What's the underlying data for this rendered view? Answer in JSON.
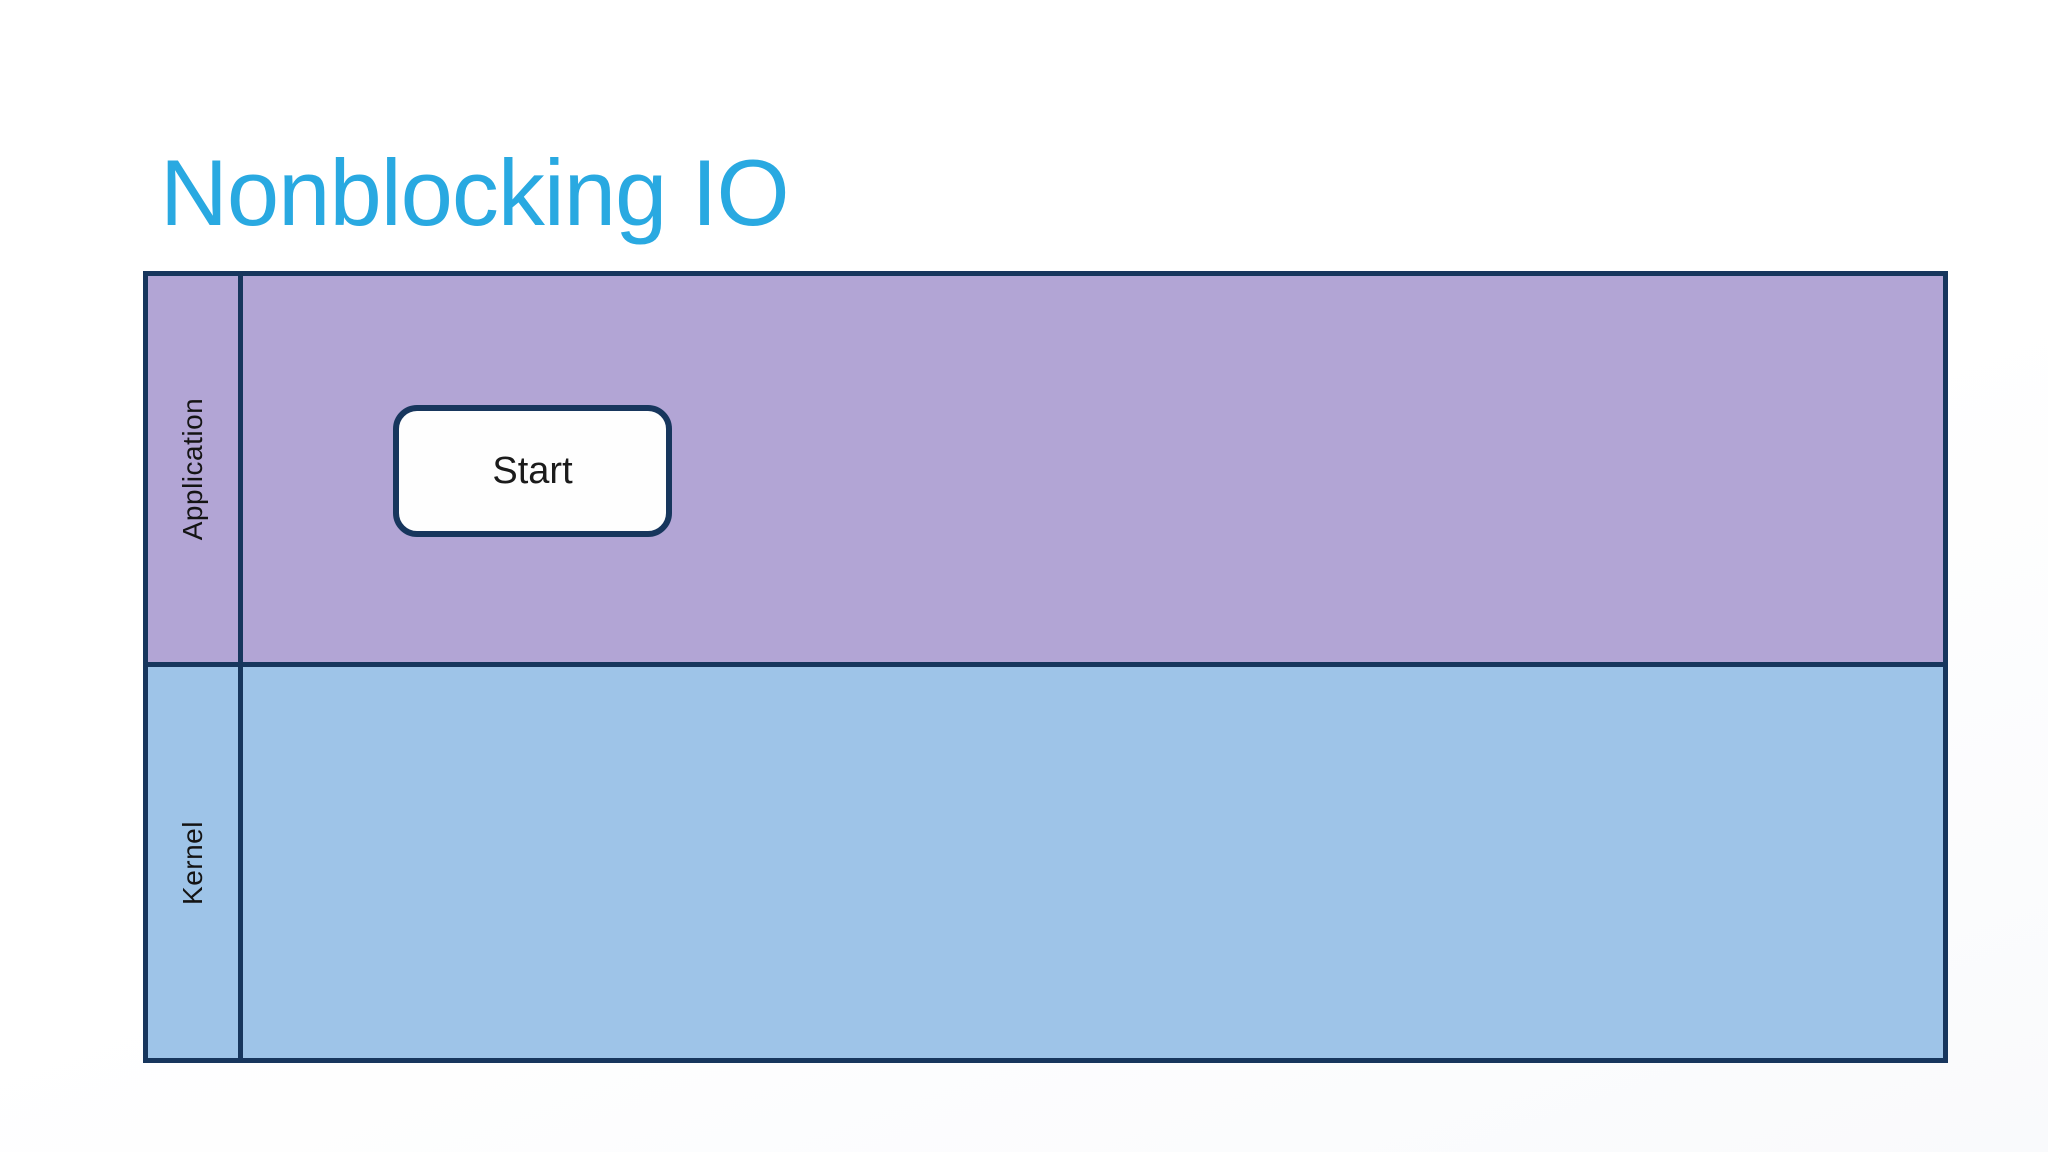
{
  "slide": {
    "title": "Nonblocking IO"
  },
  "colors": {
    "title_text": "#29A9E1",
    "lane_border": "#17365D",
    "application_fill": "#B2A5D5",
    "kernel_fill": "#9EC4E8",
    "node_fill": "#FEFEFE",
    "node_text": "#1B1B1B",
    "lane_label_text": "#141414"
  },
  "diagram": {
    "type": "swimlane",
    "lanes": [
      {
        "label": "Application"
      },
      {
        "label": "Kernel"
      }
    ],
    "nodes": [
      {
        "label": "Start",
        "lane": "Application"
      }
    ]
  }
}
